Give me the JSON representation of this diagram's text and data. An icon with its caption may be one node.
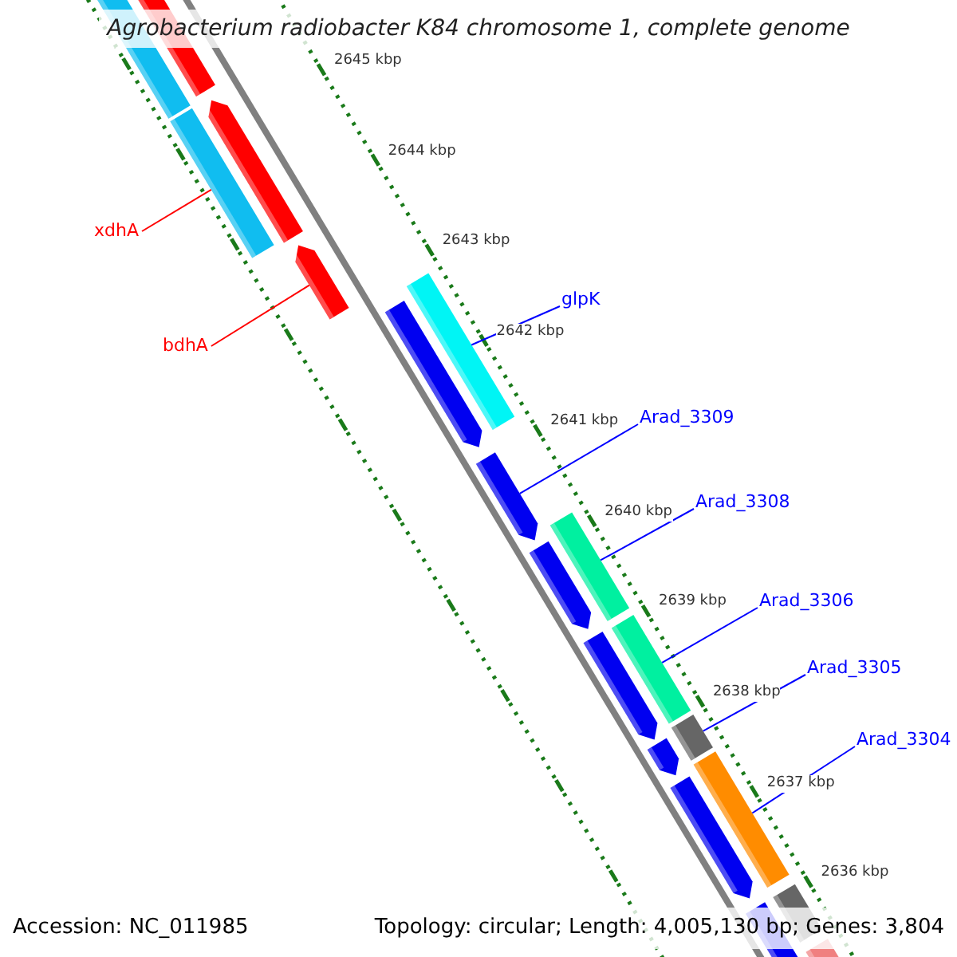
{
  "diagram": {
    "title": "Agrobacterium radiobacter K84 chromosome 1, complete genome",
    "nodes": [
      {
        "text": [
          "xdhA"
        ]
      },
      {
        "text": [
          "bdhA"
        ]
      },
      {
        "text": [
          "glpK"
        ]
      },
      {
        "text": [
          "Arad_3309"
        ]
      },
      {
        "text": [
          "Arad_3308"
        ]
      },
      {
        "text": [
          "Arad_3306"
        ]
      },
      {
        "text": [
          "Arad_3305"
        ]
      },
      {
        "text": [
          "Arad_3304"
        ]
      },
      {
        "text": [],
        "shape": "bar"
      },
      {
        "text": [],
        "shape": "bar"
      },
      {
        "text": [],
        "shape": "bar"
      },
      {
        "text": [],
        "shape": "bar"
      },
      {
        "text": [],
        "shape": "bar"
      },
      {
        "text": [],
        "shape": "bar"
      },
      {
        "text": [],
        "shape": "bar"
      },
      {
        "text": [],
        "shape": "bar"
      }
    ],
    "edges": [
      {
        "from": 0,
        "to": 8,
        "arrow": "none",
        "color": "#ff0000"
      },
      {
        "from": 1,
        "to": 9,
        "arrow": "none",
        "color": "#ff0000"
      },
      {
        "from": 2,
        "to": 10,
        "arrow": "none"
      },
      {
        "from": 3,
        "to": 11,
        "arrow": "none"
      },
      {
        "from": 4,
        "to": 12,
        "arrow": "none"
      },
      {
        "from": 5,
        "to": 13,
        "arrow": "none"
      },
      {
        "from": 6,
        "to": 14,
        "arrow": "none"
      },
      {
        "from": 7,
        "to": 15,
        "arrow": "none"
      }
    ],
    "labels": [
      "2645 kbp",
      "2644 kbp",
      "2643 kbp",
      "2642 kbp",
      "2641 kbp",
      "2640 kbp",
      "2639 kbp",
      "2638 kbp",
      "2637 kbp",
      "2636 kbp",
      "Accession: NC_011985",
      "Topology: circular; Length: 4,005,130 bp; Genes: 3,804"
    ]
  }
}
